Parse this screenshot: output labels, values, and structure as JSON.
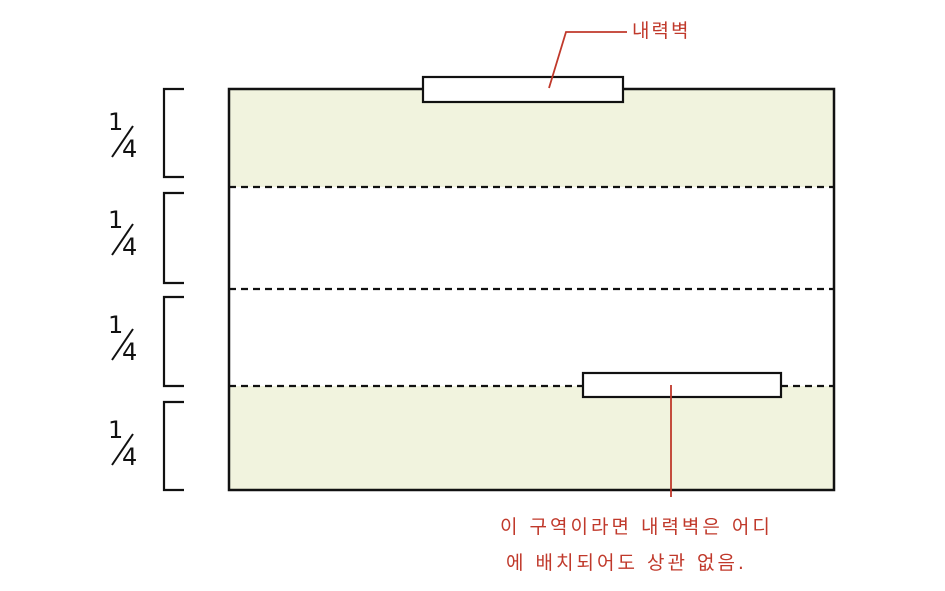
{
  "labels": {
    "wall_top": "내력벽",
    "note_line1": "이 구역이라면 내력벽은 어디",
    "note_line2": "에 배치되어도 상관 없음."
  },
  "fractions": [
    {
      "numerator": "1",
      "denominator": "4"
    },
    {
      "numerator": "1",
      "denominator": "4"
    },
    {
      "numerator": "1",
      "denominator": "4"
    },
    {
      "numerator": "1",
      "denominator": "4"
    }
  ],
  "colors": {
    "shaded_zone": "#f1f3de",
    "outline": "#111111",
    "annotation": "#c0392b"
  }
}
